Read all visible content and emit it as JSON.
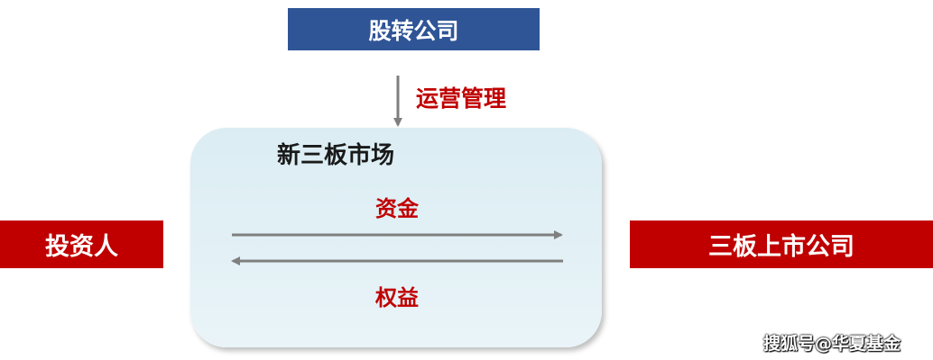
{
  "nodes": {
    "company": "股转公司",
    "market": "新三板市场",
    "investor": "投资人",
    "listed_company": "三板上市公司"
  },
  "edges": {
    "ops": "运营管理",
    "funds": "资金",
    "equity": "权益"
  },
  "watermark": "搜狐号@华夏基金",
  "colors": {
    "company_fill": "#2f5597",
    "red_fill": "#c00000",
    "label_red": "#c00000",
    "market_fill": "#dbedf3",
    "arrow_gray": "#7f7f7f"
  }
}
